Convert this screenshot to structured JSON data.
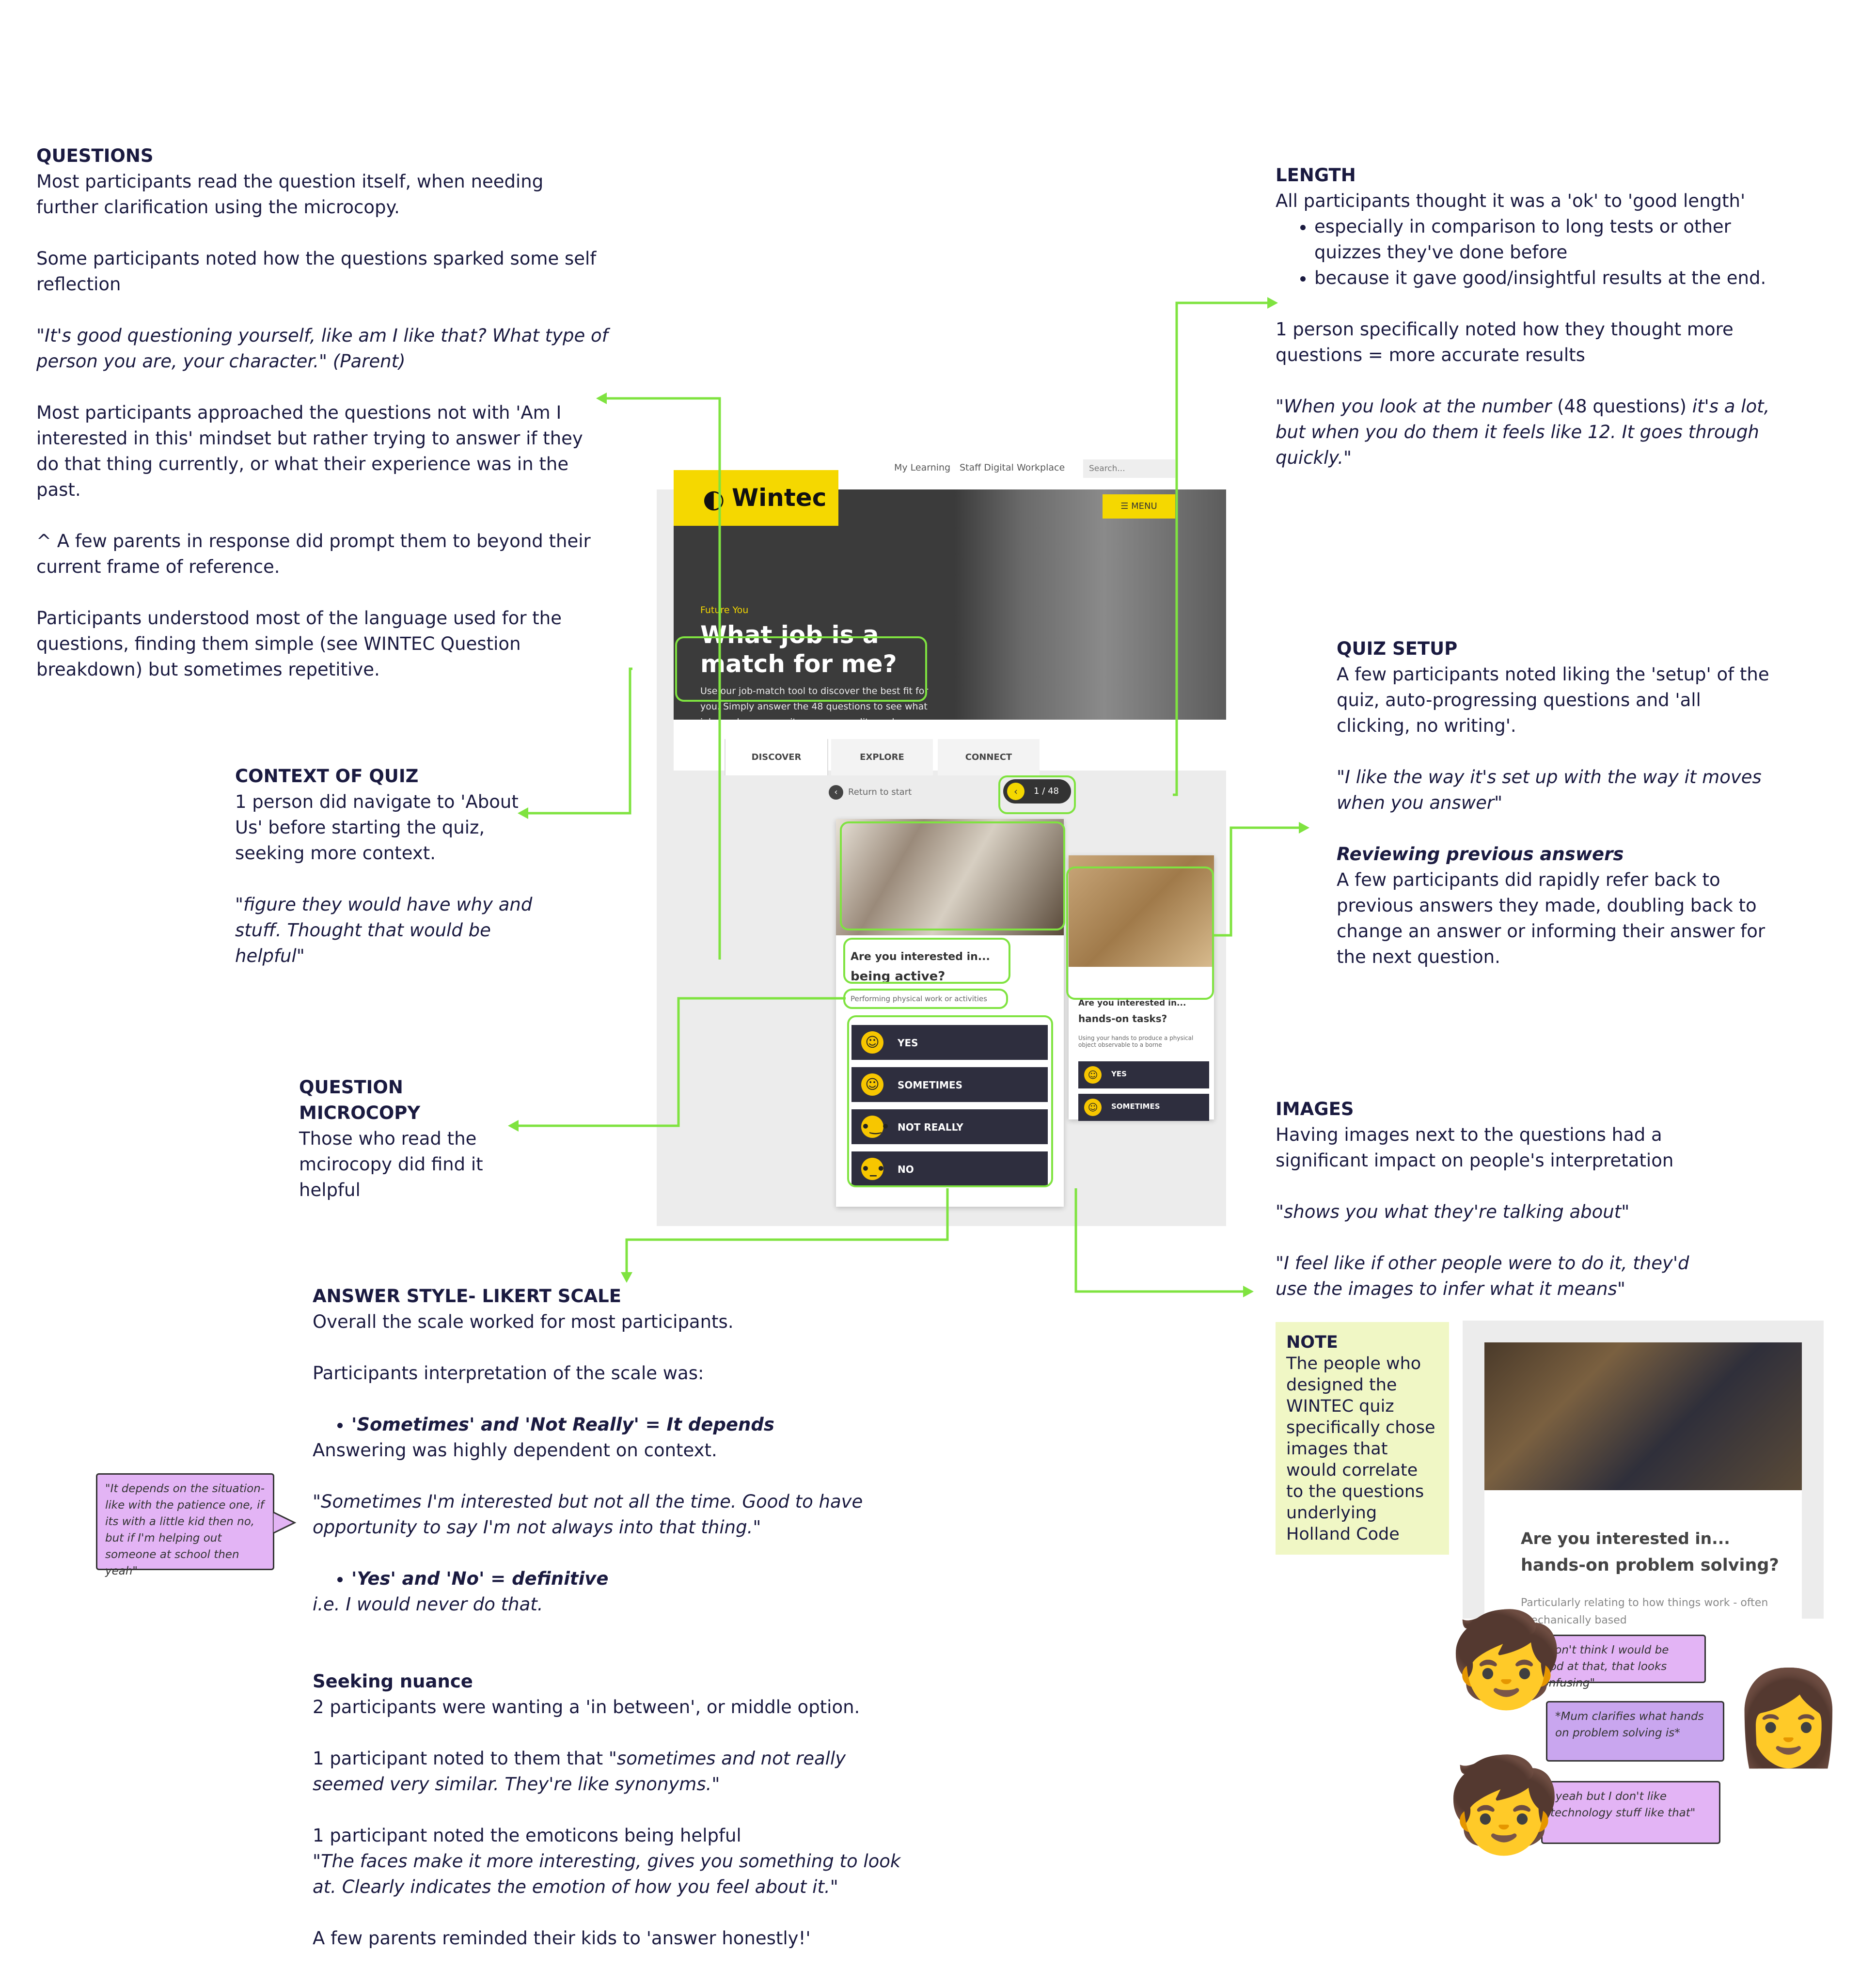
{
  "questions": {
    "title": "QUESTIONS",
    "p1": "Most participants read the question itself, when needing further clarification using the microcopy.",
    "p2": "Some participants noted how the questions sparked some self reflection",
    "p3": "\"It's good questioning yourself, like am I like that? What type of person you are, your character.\" (Parent)",
    "p4": "Most participants approached the questions not with 'Am I interested in this' mindset but rather trying to answer if they do that thing currently, or what their experience was in the past.",
    "p5": "^ A few parents in response did prompt them to beyond their current frame of reference.",
    "p6": "Participants understood most of the language used for the questions, finding them simple (see WINTEC Question breakdown) but sometimes repetitive."
  },
  "length": {
    "title": "LENGTH",
    "p1": "All participants thought it was a 'ok' to 'good length'",
    "b1": "especially in comparison to long tests or other quizzes they've done before",
    "b2": "because it gave good/insightful results at the end.",
    "p2": "1 person specifically noted how they thought more questions = more accurate results",
    "q_a": "\"When you look at the number",
    "q_b": " (48 questions) ",
    "q_c": "it's a lot, but when you do them it feels like 12. It goes through quickly.\""
  },
  "context": {
    "title": "CONTEXT OF QUIZ",
    "p1": "1 person did navigate to 'About Us' before starting the quiz, seeking more context.",
    "q": "\"figure they would have why and stuff. Thought that would be helpful\""
  },
  "setup": {
    "title": "QUIZ SETUP",
    "p1": "A few participants noted liking the 'setup' of the quiz, auto-progressing questions and 'all clicking, no writing'.",
    "q": "\"I like the way it's set up with the way it moves when you answer\"",
    "sub": "Reviewing previous answers",
    "p2": "A few participants did rapidly refer back to previous answers they made, doubling back to change an answer or informing their answer for the next question."
  },
  "microcopy": {
    "title": "QUESTION MICROCOPY",
    "p1": "Those who read the mcirocopy did find it helpful"
  },
  "images": {
    "title": "IMAGES",
    "p1": "Having images next to the questions had a significant impact on people's interpretation",
    "q1": "\"shows you what they're talking about\"",
    "q2": "\"I feel like if other people were to do it, they'd use the images to infer what it means\""
  },
  "likert": {
    "title": "ANSWER STYLE- LIKERT SCALE",
    "p1": "Overall the scale worked for most participants.",
    "p2": "Participants interpretation of the scale was:",
    "b1": "'Sometimes' and 'Not Really' = It depends",
    "p3": "Answering was highly dependent on context.",
    "q1": "\"Sometimes I'm interested but not all the time. Good to have opportunity to say I'm not always into that thing.\"",
    "b2": "'Yes' and 'No' = definitive",
    "p4": "i.e. I would never do that.",
    "sub": "Seeking nuance",
    "p5": "2 participants were wanting a 'in between', or middle option.",
    "p6a": "1 participant noted to them that ",
    "p6b": "\"sometimes and not really seemed very similar. They're like synonyms.\"",
    "p7": "1 participant noted the emoticons being helpful",
    "q2": "\"The faces make it more interesting, gives you something to look at. Clearly indicates the emotion of how you feel about it.\"",
    "p8": "A few parents reminded their kids to 'answer honestly!'"
  },
  "note": {
    "title": "NOTE",
    "body": "The people who designed the WINTEC quiz specifically chose images that would correlate to the questions underlying Holland Code"
  },
  "bubbles": {
    "depends": "\"It depends on the situation- like with the patience one, if its with a little kid then no, but if I'm helping out someone at school then yeah\"",
    "confusing": "\"I don't think I would be good at that, that looks confusing\"",
    "mum": "*Mum clarifies what hands on problem solving is*",
    "tech": "\"yeah but I don't like technology stuff like that\""
  },
  "mock": {
    "links": [
      "My Learning",
      "Staff Digital Workplace"
    ],
    "search_placeholder": "Search...",
    "logo": "Wintec",
    "menu": "MENU",
    "eyebrow": "Future You",
    "hero_title": "What job is a match for me?",
    "hero_desc": "Use our job-match tool to discover the best fit for you. Simply answer the 48 questions to see what jobs and careers suit your personality and interests.",
    "tabs": [
      "DISCOVER",
      "EXPLORE",
      "CONNECT"
    ],
    "return": "Return to start",
    "counter": "1 / 48",
    "card1_q1": "Are you interested in...",
    "card1_q2": "being active?",
    "card1_micro": "Performing physical work or activities",
    "card2_q1": "Are you interested in...",
    "card2_q2": "hands-on tasks?",
    "card2_micro": "Using your hands to produce a physical object observable to a borne",
    "answers": [
      "YES",
      "SOMETIMES",
      "NOT REALLY",
      "NO"
    ]
  },
  "screenshot": {
    "q1": "Are you interested in...",
    "q2": "hands-on problem solving?",
    "micro": "Particularly relating to how things work - often mechanically based"
  }
}
